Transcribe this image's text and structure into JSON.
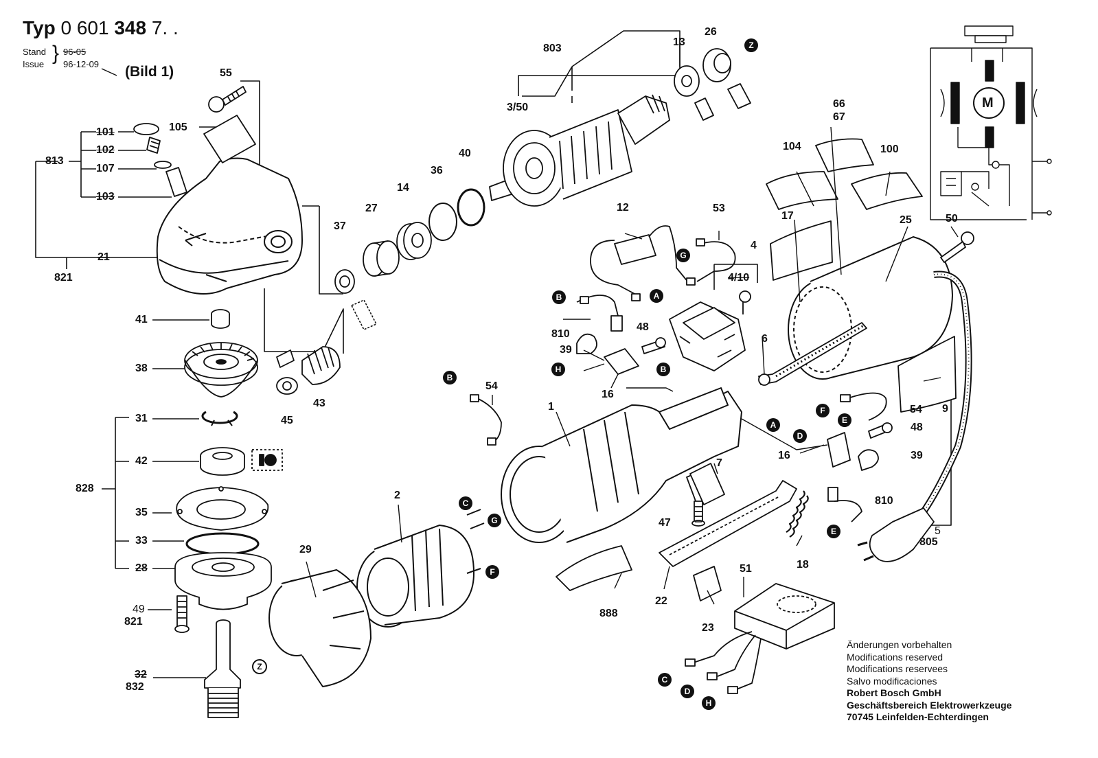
{
  "header": {
    "typ_prefix": "Typ",
    "typ_number": "0 601",
    "typ_bold": "348",
    "typ_suffix": "7. .",
    "stand_label": "Stand",
    "stand_date": "96-05",
    "issue_label": "Issue",
    "issue_date": "96-12-09",
    "figure_label": "(Bild 1)"
  },
  "parts": {
    "p55": "55",
    "p105": "105",
    "p101": "101",
    "p102": "102",
    "p813": "813",
    "p107": "107",
    "p103": "103",
    "p21": "21",
    "p821a": "821",
    "p41": "41",
    "p38": "38",
    "p31": "31",
    "p42": "42",
    "p828": "828",
    "p35": "35",
    "p33": "33",
    "p28": "28",
    "p49": "49",
    "p821b": "821",
    "p32": "32",
    "p832": "832",
    "p45": "45",
    "p43": "43",
    "p37": "37",
    "p27": "27",
    "p14": "14",
    "p36": "36",
    "p40": "40",
    "p803": "803",
    "p350": "3/50",
    "p13": "13",
    "p26": "26",
    "p12": "12",
    "p53": "53",
    "p4": "4",
    "p410": "4/10",
    "p810a": "810",
    "p48a": "48",
    "p39a": "39",
    "p16a": "16",
    "p6": "6",
    "p104": "104",
    "p66": "66",
    "p67": "67",
    "p100": "100",
    "p17": "17",
    "p25": "25",
    "p50": "50",
    "p9": "9",
    "p54a": "54",
    "p1": "1",
    "p54b": "54",
    "p48b": "48",
    "p16b": "16",
    "p39b": "39",
    "p7": "7",
    "p810b": "810",
    "p47": "47",
    "p18": "18",
    "p5": "5",
    "p805": "805",
    "p2": "2",
    "p29": "29",
    "p888": "888",
    "p22": "22",
    "p51": "51",
    "p23": "23"
  },
  "connectors": {
    "A": "A",
    "B": "B",
    "C": "C",
    "D": "D",
    "E": "E",
    "F": "F",
    "G": "G",
    "H": "H",
    "Z": "Z"
  },
  "schematic": {
    "motor": "M"
  },
  "footer": {
    "line1": "Änderungen vorbehalten",
    "line2": "Modifications reserved",
    "line3": "Modifications reservees",
    "line4": "Salvo modificaciones",
    "line5": "Robert Bosch GmbH",
    "line6": "Geschäftsbereich Elektrowerkzeuge",
    "line7": "70745 Leinfelden-Echterdingen"
  }
}
